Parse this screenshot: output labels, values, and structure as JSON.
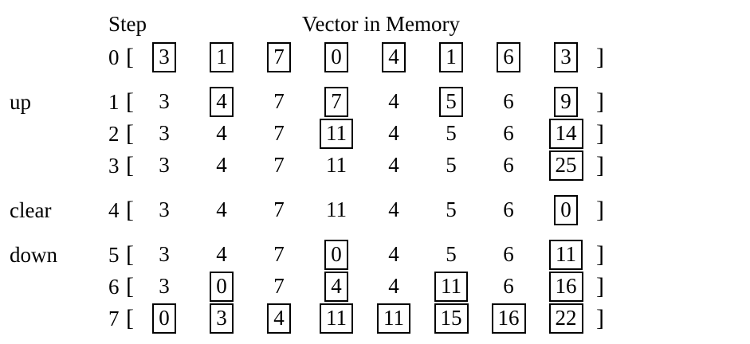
{
  "header": {
    "step_label": "Step",
    "vector_label": "Vector in Memory"
  },
  "table": {
    "open_bracket": "[",
    "close_bracket": "]",
    "rows": [
      {
        "phase": "",
        "step": "0",
        "gap": false,
        "values": [
          "3",
          "1",
          "7",
          "0",
          "4",
          "1",
          "6",
          "3"
        ],
        "boxed": [
          true,
          true,
          true,
          true,
          true,
          true,
          true,
          true
        ]
      },
      {
        "phase": "up",
        "step": "1",
        "gap": true,
        "values": [
          "3",
          "4",
          "7",
          "7",
          "4",
          "5",
          "6",
          "9"
        ],
        "boxed": [
          false,
          true,
          false,
          true,
          false,
          true,
          false,
          true
        ]
      },
      {
        "phase": "",
        "step": "2",
        "gap": false,
        "values": [
          "3",
          "4",
          "7",
          "11",
          "4",
          "5",
          "6",
          "14"
        ],
        "boxed": [
          false,
          false,
          false,
          true,
          false,
          false,
          false,
          true
        ]
      },
      {
        "phase": "",
        "step": "3",
        "gap": false,
        "values": [
          "3",
          "4",
          "7",
          "11",
          "4",
          "5",
          "6",
          "25"
        ],
        "boxed": [
          false,
          false,
          false,
          false,
          false,
          false,
          false,
          true
        ]
      },
      {
        "phase": "clear",
        "step": "4",
        "gap": true,
        "values": [
          "3",
          "4",
          "7",
          "11",
          "4",
          "5",
          "6",
          "0"
        ],
        "boxed": [
          false,
          false,
          false,
          false,
          false,
          false,
          false,
          true
        ]
      },
      {
        "phase": "down",
        "step": "5",
        "gap": true,
        "values": [
          "3",
          "4",
          "7",
          "0",
          "4",
          "5",
          "6",
          "11"
        ],
        "boxed": [
          false,
          false,
          false,
          true,
          false,
          false,
          false,
          true
        ]
      },
      {
        "phase": "",
        "step": "6",
        "gap": false,
        "values": [
          "3",
          "0",
          "7",
          "4",
          "4",
          "11",
          "6",
          "16"
        ],
        "boxed": [
          false,
          true,
          false,
          true,
          false,
          true,
          false,
          true
        ]
      },
      {
        "phase": "",
        "step": "7",
        "gap": false,
        "values": [
          "0",
          "3",
          "4",
          "11",
          "11",
          "15",
          "16",
          "22"
        ],
        "boxed": [
          true,
          true,
          true,
          true,
          true,
          true,
          true,
          true
        ]
      }
    ]
  }
}
